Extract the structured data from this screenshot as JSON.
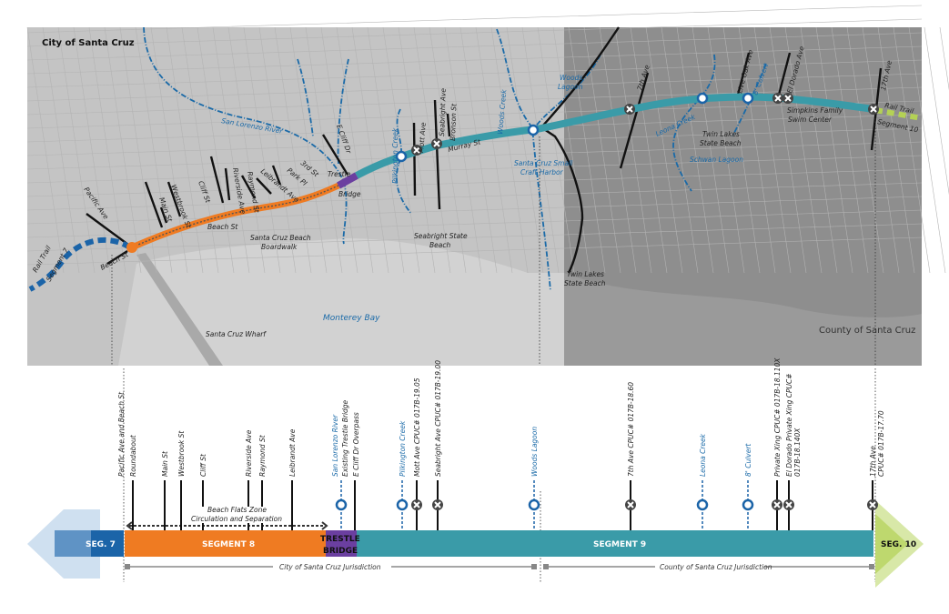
{
  "map": {
    "region_labels": {
      "city": "City of Santa Cruz",
      "county": "County of Santa Cruz",
      "bay": "Monterey Bay",
      "wharf": "Santa Cruz Wharf"
    },
    "streets": {
      "pacific": "Pacific Ave",
      "beach_st_1": "Beach St",
      "main": "Main St",
      "westbrook": "Westbrook St",
      "cliff": "Cliff St",
      "riverside": "Riverside Ave",
      "raymond": "Raymond St",
      "leibrandt": "Leibrandt Ave",
      "park": "Park Pl",
      "third": "3rd St",
      "beach_st_2": "Beach St",
      "ecliff": "E Cliff Dr",
      "mott": "Mott Ave",
      "seabright": "Seabright Ave",
      "bronson": "Bronson St",
      "murray": "Murray St",
      "seventh": "7th Ave",
      "liveoak": "Live Oak Ave",
      "eldorado": "El Dorado Ave",
      "seventeenth": "17th Ave"
    },
    "water": {
      "sanlorenzo": "San Lorenzo River",
      "pilkington": "Pilkington Creek",
      "woodscreek": "Woods Creek",
      "woodslagoon_1": "Woods",
      "woodslagoon_2": "Lagoon",
      "harbor_1": "Santa Cruz Small",
      "harbor_2": "Craft Harbor",
      "leona": "Leona Creek",
      "schwan": "Schwan Lagoon",
      "culvert": "8' Culvert"
    },
    "places": {
      "boardwalk_1": "Santa Cruz Beach",
      "boardwalk_2": "Boardwalk",
      "trestle_1": "Trestle",
      "trestle_2": "Bridge",
      "seabright_beach_1": "Seabright State",
      "seabright_beach_2": "Beach",
      "twinlakes_a_1": "Twin Lakes",
      "twinlakes_a_2": "State Beach",
      "twinlakes_b_1": "Twin Lakes",
      "twinlakes_b_2": "State Beach",
      "simpkins_1": "Simpkins Family",
      "simpkins_2": "Swim Center",
      "railtrail_w": "Rail Trail",
      "seg7_w": "Segment 7",
      "railtrail_e": "Rail Trail",
      "seg10_e": "Segment 10"
    }
  },
  "diagram": {
    "features": [
      {
        "label": "Pacific Ave and Beach St",
        "type": "road-label"
      },
      {
        "label": "Roundabout",
        "type": "road"
      },
      {
        "label": "Main St",
        "type": "road"
      },
      {
        "label": "Westbrook St",
        "type": "road"
      },
      {
        "label": "Cliff St",
        "type": "road-short"
      },
      {
        "label": "Riverside Ave",
        "type": "road-short"
      },
      {
        "label": "Raymond St",
        "type": "road-short"
      },
      {
        "label": "Leibrandt Ave",
        "type": "road"
      },
      {
        "label": "San Lorenzo River",
        "type": "water"
      },
      {
        "label": "Existing Trestle Bridge",
        "type": "road-label"
      },
      {
        "label": "E Cliff Dr Overpass",
        "type": "road"
      },
      {
        "label": "Pilkington Creek",
        "type": "water"
      },
      {
        "label": "Mott Ave  CPUC# 017B-19.05",
        "type": "crossing"
      },
      {
        "label": "Seabright Ave  CPUC# 017B-19.00",
        "type": "crossing"
      },
      {
        "label": "Woods Lagoon",
        "type": "water"
      },
      {
        "label": "7th Ave  CPUC# 017B-18.60",
        "type": "crossing"
      },
      {
        "label": "Leona Creek",
        "type": "water"
      },
      {
        "label": "8' Culvert",
        "type": "water"
      },
      {
        "label": "Private Xing CPUC# 017B-18.110X",
        "type": "crossing"
      },
      {
        "label": "El Dorado Private Xing CPUC#",
        "label2": "017B-18.140X",
        "type": "crossing"
      },
      {
        "label": "17th Ave",
        "label2": "CPUC# 017B-17.70",
        "type": "crossing"
      }
    ],
    "beach_flats_1": "Beach Flats Zone",
    "beach_flats_2": "Circulation and Separation",
    "segments": {
      "seg7": "SEG. 7",
      "seg8": "SEGMENT 8",
      "trestle_1": "TRESTLE",
      "trestle_2": "BRIDGE",
      "seg9": "SEGMENT 9",
      "seg10": "SEG.   10"
    },
    "jurisdictions": {
      "city": "City of Santa Cruz Jurisdiction",
      "county": "County of Santa Cruz Jurisdiction"
    }
  },
  "colors": {
    "segment7": "#1b64a8",
    "segment8": "#ef7b22",
    "trestle": "#6b3fa0",
    "segment9": "#3a9ba8",
    "segment10": "#b4d155",
    "water": "#1a6aa8"
  }
}
